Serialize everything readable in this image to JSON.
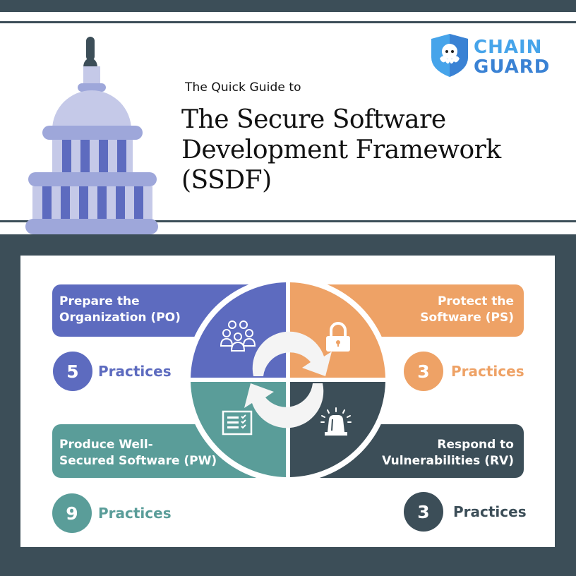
{
  "header": {
    "subtitle": "The Quick Guide to",
    "title_line1": "The Secure Software",
    "title_line2": "Development Framework",
    "title_line3": "(SSDF)",
    "logo": {
      "line1": "CHAIN",
      "line2": "GUARD",
      "icon": "octopus-shield-icon"
    },
    "illustration": "capitol-building-icon"
  },
  "colors": {
    "dark": "#3c4e58",
    "po": "#5d6bbf",
    "ps": "#eea266",
    "pw": "#5a9d99",
    "rv": "#3c4e58",
    "capitol_light": "#c5c9e8",
    "capitol_mid": "#9ea7da",
    "capitol_dark": "#5d6bbf",
    "logo_blue": "#3b8fe0"
  },
  "quadrants": [
    {
      "id": "po",
      "label_line1": "Prepare the",
      "label_line2": "Organization (PO)",
      "count": "5",
      "practices_label": "Practices",
      "icon": "people-group-icon"
    },
    {
      "id": "ps",
      "label_line1": "Protect the",
      "label_line2": "Software (PS)",
      "count": "3",
      "practices_label": "Practices",
      "icon": "padlock-icon"
    },
    {
      "id": "pw",
      "label_line1": "Produce Well-",
      "label_line2": "Secured Software (PW)",
      "count": "9",
      "practices_label": "Practices",
      "icon": "checklist-icon"
    },
    {
      "id": "rv",
      "label_line1": "Respond to",
      "label_line2": "Vulnerabilities (RV)",
      "count": "3",
      "practices_label": "Practices",
      "icon": "alarm-siren-icon"
    }
  ],
  "cycle_icon": "circular-arrows-icon"
}
